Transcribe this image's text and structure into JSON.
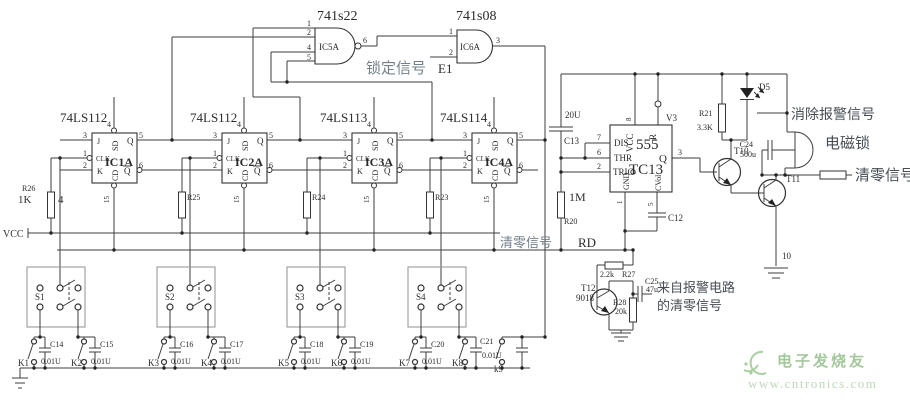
{
  "labels": {
    "lock_signal": "锁定信号",
    "e1": "E1",
    "clear_mid": "清零信号",
    "rd": "RD",
    "vcc": "VCC",
    "clear_alarm": "消除报警信号",
    "maglock": "电磁锁",
    "clear_right": "清零信号",
    "from_alarm_1": "来自报警电路",
    "from_alarm_2": "的清零信号",
    "v3": "V3",
    "n10": "10",
    "mult4": "4"
  },
  "gates": {
    "ic5a": {
      "part": "741s22",
      "name": "IC5A",
      "n1": "1",
      "n2": "2",
      "n4": "4",
      "n5": "5",
      "n6": "6"
    },
    "ic6a": {
      "part": "741s08",
      "name": "IC6A",
      "n1": "1",
      "n2": "2",
      "n3": "3"
    }
  },
  "flipflops": {
    "parts": [
      "74LS112",
      "74LS112",
      "74LS113",
      "74LS114"
    ],
    "names": [
      "IC1A",
      "IC2A",
      "IC3A",
      "IC4A"
    ],
    "pins": {
      "j": "J",
      "clk": "CLK",
      "k": "K",
      "sd": "SD",
      "cd": "CD",
      "q": "Q",
      "qb": "Q",
      "n1": "1",
      "n2": "2",
      "n3": "3",
      "n4": "4",
      "n5": "5",
      "n6": "6",
      "n15": "15"
    }
  },
  "timer": {
    "part": "555",
    "name": "TC13",
    "dis": "DIS",
    "thr": "THR",
    "trig": "TRIG",
    "vcc": "VCC",
    "r": "R",
    "q": "Q",
    "gnd": "GND",
    "cv": "CVol",
    "n7": "7",
    "n6": "6",
    "n2": "2",
    "n3": "3",
    "n8": "8",
    "n1": "1",
    "n5": "5"
  },
  "resistors": {
    "r26": {
      "ref": "R26",
      "val": "1K"
    },
    "r25": {
      "ref": "R25"
    },
    "r24": {
      "ref": "R24"
    },
    "r23": {
      "ref": "R23"
    },
    "r20": {
      "ref": "R20",
      "val": "1M"
    },
    "r21": {
      "ref": "R21",
      "val": "3.3K"
    },
    "r27": {
      "ref": "R27",
      "val": "2.2k"
    },
    "r28": {
      "ref": "R28",
      "val": "20k"
    }
  },
  "capacitors": {
    "c12": {
      "ref": "C12"
    },
    "c13": {
      "ref": "C13",
      "val": "20U"
    },
    "c24": {
      "ref": "C24",
      "val": "500u"
    },
    "c25": {
      "ref": "C25",
      "val": "47u"
    },
    "c14": {
      "ref": "C14",
      "val": "0.01U"
    },
    "c15": {
      "ref": "C15",
      "val": "0.01U"
    },
    "c16": {
      "ref": "C16",
      "val": "0.01U"
    },
    "c17": {
      "ref": "C17",
      "val": "0.01U"
    },
    "c18": {
      "ref": "C18",
      "val": "0.01U"
    },
    "c19": {
      "ref": "C19",
      "val": "0.01U"
    },
    "c20": {
      "ref": "C20",
      "val": "0.01U"
    },
    "c21": {
      "ref": "C21",
      "val": "0.01U"
    }
  },
  "transistors": {
    "t10": "T10",
    "t11": "T11",
    "t12": {
      "ref": "T12",
      "val": "9018"
    }
  },
  "diodes": {
    "d5": "D5"
  },
  "switches": {
    "s": [
      "S1",
      "S2",
      "S3",
      "S4"
    ],
    "k": [
      "K1",
      "K2",
      "K3",
      "K4",
      "K5",
      "K6",
      "K7",
      "K8",
      "k9"
    ]
  },
  "watermark": {
    "cn": "电子发烧友",
    "url": "www.cntronics.com"
  }
}
